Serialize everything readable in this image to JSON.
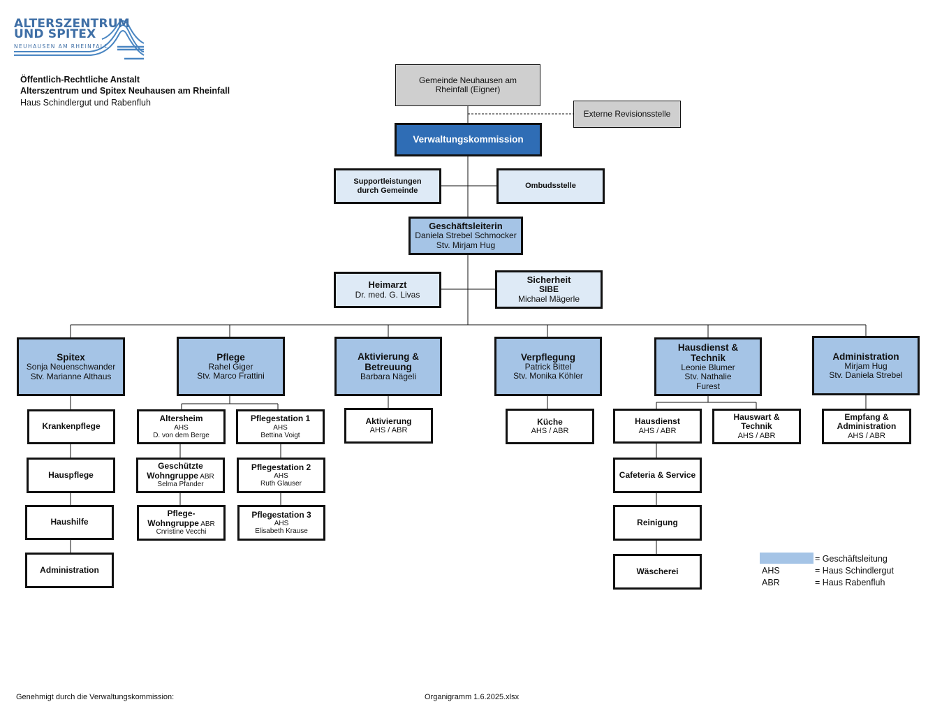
{
  "logo": {
    "line1": "ALTERSZENTRUM",
    "line2": "UND SPITEX",
    "line3": "NEUHAUSEN AM RHEINFALL"
  },
  "header": {
    "line1": "Öffentlich-Rechtliche Anstalt",
    "line2": "Alterszentrum und Spitex Neuhausen am Rheinfall",
    "line3": "Haus Schindlergut und Rabenfluh"
  },
  "chart": {
    "gemeinde": "Gemeinde Neuhausen am Rheinfall (Eigner)",
    "revision": "Externe Revisionsstelle",
    "verwaltung": "Verwaltungskommission",
    "support": "Supportleistungen durch Gemeinde",
    "ombuds": "Ombudsstelle",
    "gl": {
      "title": "Geschäftsleiterin",
      "name": "Daniela Strebel Schmocker",
      "stv": "Stv. Mirjam Hug"
    },
    "heimarzt": {
      "title": "Heimarzt",
      "name": "Dr. med. G. Livas"
    },
    "sicherheit": {
      "title": "Sicherheit",
      "sub": "SIBE",
      "name": "Michael Mägerle"
    },
    "departments": {
      "spitex": {
        "title": "Spitex",
        "name": "Sonja Neuenschwander",
        "stv": "Stv. Marianne Althaus"
      },
      "pflege": {
        "title": "Pflege",
        "name": "Rahel Giger",
        "stv": "Stv. Marco Frattini"
      },
      "aktivierung": {
        "title": "Aktivierung & Betreuung",
        "name": "Barbara Nägeli"
      },
      "verpflegung": {
        "title": "Verpflegung",
        "name": "Patrick Bittel",
        "stv": "Stv. Monika Köhler"
      },
      "hausdienst": {
        "title": "Hausdienst & Technik",
        "name": "Leonie Blumer",
        "stv": "Stv. Nathalie Furest"
      },
      "administration": {
        "title": "Administration",
        "name": "Mirjam Hug",
        "stv": "Stv. Daniela Strebel"
      }
    },
    "spitex_units": [
      "Krankenpflege",
      "Hauspflege",
      "Haushilfe",
      "Administration"
    ],
    "pflege_units": {
      "altersheim": {
        "title": "Altersheim",
        "house": "AHS",
        "name": "D. von dem Berge"
      },
      "pflegestation1": {
        "title": "Pflegestation 1",
        "house": "AHS",
        "name": "Bettina Voigt"
      },
      "wohngruppe": {
        "title1": "Geschützte",
        "title2": "Wohngruppe",
        "house": "ABR",
        "name": "Selma Pfander"
      },
      "pflegestation2": {
        "title": "Pflegestation 2",
        "house": "AHS",
        "name": "Ruth Glauser"
      },
      "pflegewohngruppe": {
        "title1": "Pflege-",
        "title2": "Wohngruppe",
        "house": "ABR",
        "name": "Cnristine Vecchi"
      },
      "pflegestation3": {
        "title": "Pflegestation 3",
        "house": "AHS",
        "name": "Elisabeth Krause"
      }
    },
    "aktivierung_unit": {
      "title": "Aktivierung",
      "house": "AHS / ABR"
    },
    "kueche": {
      "title": "Küche",
      "house": "AHS / ABR"
    },
    "hausdienst_units": {
      "hausdienst": {
        "title": "Hausdienst",
        "house": "AHS / ABR"
      },
      "hauswart": {
        "title": "Hauswart & Technik",
        "house": "AHS / ABR"
      },
      "cafeteria": "Cafeteria & Service",
      "reinigung": "Reinigung",
      "waescherei": "Wäscherei"
    },
    "empfang": {
      "title": "Empfang & Administration",
      "house": "AHS / ABR"
    }
  },
  "legend": {
    "swatch_label": "= Geschäftsleitung",
    "ahs_code": "AHS",
    "ahs_label": "= Haus Schindlergut",
    "abr_code": "ABR",
    "abr_label": "= Haus Rabenfluh"
  },
  "footer": {
    "approved": "Genehmigt durch die Verwaltungskommission:",
    "file": "Organigramm 1.6.2025.xlsx"
  }
}
